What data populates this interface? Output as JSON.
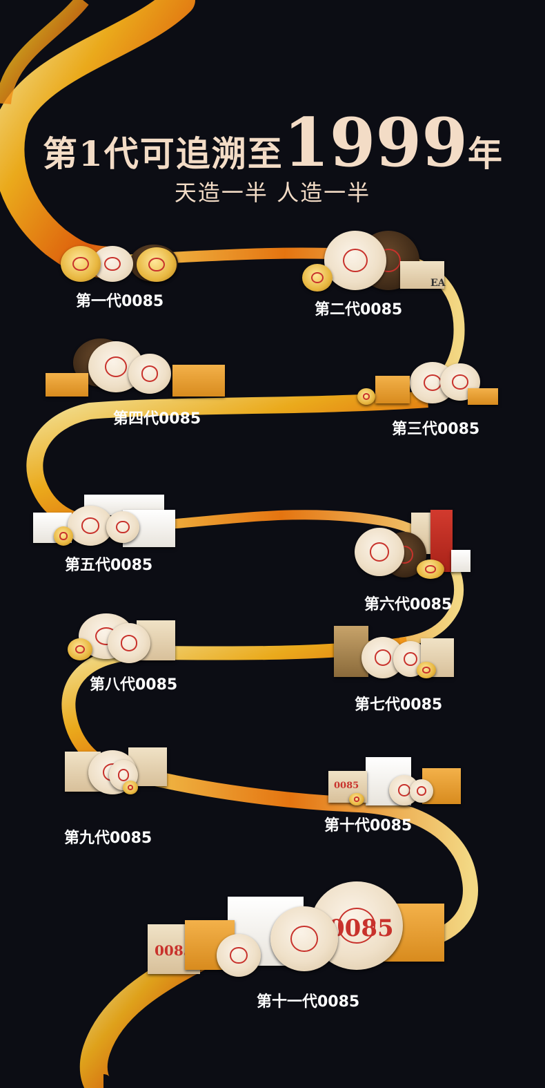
{
  "headline": {
    "prefix": "第1代可追溯至",
    "year": "1999",
    "suffix": "年"
  },
  "subtitle": "天造一半 人造一半",
  "generations": [
    {
      "label": "第一代0085"
    },
    {
      "label": "第二代0085"
    },
    {
      "label": "第三代0085"
    },
    {
      "label": "第四代0085"
    },
    {
      "label": "第五代0085"
    },
    {
      "label": "第六代0085"
    },
    {
      "label": "第七代0085"
    },
    {
      "label": "第八代0085"
    },
    {
      "label": "第九代0085"
    },
    {
      "label": "第十代0085"
    },
    {
      "label": "第十一代0085"
    }
  ],
  "package_marks": {
    "code": "0085",
    "ea": "EA"
  },
  "colors": {
    "background": "#0c0d14",
    "ribbon_gold": "#f6b21c",
    "ribbon_orange": "#e8620c",
    "title": "#f3dcc6",
    "label": "#ffffff"
  }
}
